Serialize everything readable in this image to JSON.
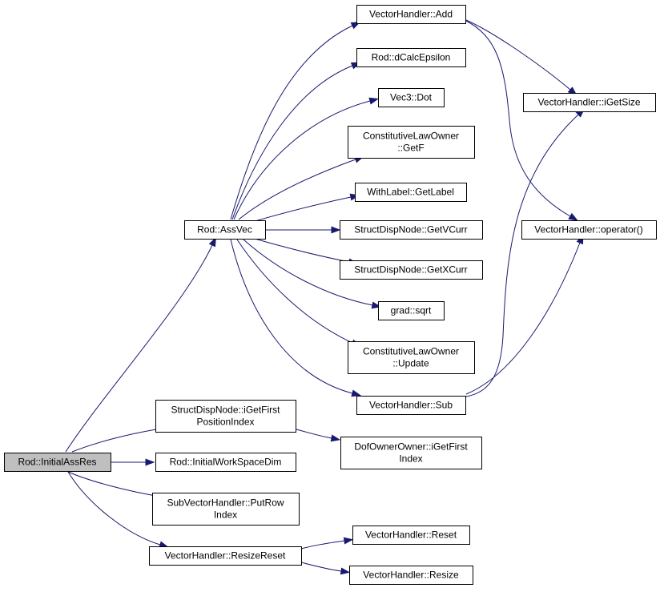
{
  "diagram": {
    "colors": {
      "edge": "#191970",
      "node_border": "#000000",
      "root_fill": "#bfbfbf",
      "node_fill": "#ffffff"
    },
    "nodes": [
      {
        "id": "root",
        "lines": [
          "Rod::InitialAssRes"
        ],
        "root": true
      },
      {
        "id": "assvec",
        "lines": [
          "Rod::AssVec"
        ]
      },
      {
        "id": "add",
        "lines": [
          "VectorHandler::Add"
        ]
      },
      {
        "id": "dcalc",
        "lines": [
          "Rod::dCalcEpsilon"
        ]
      },
      {
        "id": "dot",
        "lines": [
          "Vec3::Dot"
        ]
      },
      {
        "id": "getf",
        "lines": [
          "ConstitutiveLawOwner",
          "::GetF"
        ]
      },
      {
        "id": "getlabel",
        "lines": [
          "WithLabel::GetLabel"
        ]
      },
      {
        "id": "getvcurr",
        "lines": [
          "StructDispNode::GetVCurr"
        ]
      },
      {
        "id": "getxcurr",
        "lines": [
          "StructDispNode::GetXCurr"
        ]
      },
      {
        "id": "sqrt",
        "lines": [
          "grad::sqrt"
        ]
      },
      {
        "id": "update",
        "lines": [
          "ConstitutiveLawOwner",
          "::Update"
        ]
      },
      {
        "id": "sub",
        "lines": [
          "VectorHandler::Sub"
        ]
      },
      {
        "id": "igetsize",
        "lines": [
          "VectorHandler::iGetSize"
        ]
      },
      {
        "id": "operator",
        "lines": [
          "VectorHandler::operator()"
        ]
      },
      {
        "id": "igetfirstpos",
        "lines": [
          "StructDispNode::iGetFirst",
          "PositionIndex"
        ]
      },
      {
        "id": "dofowner",
        "lines": [
          "DofOwnerOwner::iGetFirst",
          "Index"
        ]
      },
      {
        "id": "initws",
        "lines": [
          "Rod::InitialWorkSpaceDim"
        ]
      },
      {
        "id": "putrow",
        "lines": [
          "SubVectorHandler::PutRow",
          "Index"
        ]
      },
      {
        "id": "resizereset",
        "lines": [
          "VectorHandler::ResizeReset"
        ]
      },
      {
        "id": "reset",
        "lines": [
          "VectorHandler::Reset"
        ]
      },
      {
        "id": "resize",
        "lines": [
          "VectorHandler::Resize"
        ]
      }
    ],
    "edges": [
      {
        "from": "root",
        "to": "assvec"
      },
      {
        "from": "root",
        "to": "igetfirstpos"
      },
      {
        "from": "root",
        "to": "initws"
      },
      {
        "from": "root",
        "to": "putrow"
      },
      {
        "from": "root",
        "to": "resizereset"
      },
      {
        "from": "assvec",
        "to": "add"
      },
      {
        "from": "assvec",
        "to": "dcalc"
      },
      {
        "from": "assvec",
        "to": "dot"
      },
      {
        "from": "assvec",
        "to": "getf"
      },
      {
        "from": "assvec",
        "to": "getlabel"
      },
      {
        "from": "assvec",
        "to": "getvcurr"
      },
      {
        "from": "assvec",
        "to": "getxcurr"
      },
      {
        "from": "assvec",
        "to": "sqrt"
      },
      {
        "from": "assvec",
        "to": "update"
      },
      {
        "from": "assvec",
        "to": "sub"
      },
      {
        "from": "add",
        "to": "igetsize"
      },
      {
        "from": "add",
        "to": "operator"
      },
      {
        "from": "sub",
        "to": "igetsize"
      },
      {
        "from": "sub",
        "to": "operator"
      },
      {
        "from": "igetfirstpos",
        "to": "dofowner"
      },
      {
        "from": "resizereset",
        "to": "reset"
      },
      {
        "from": "resizereset",
        "to": "resize"
      }
    ]
  }
}
